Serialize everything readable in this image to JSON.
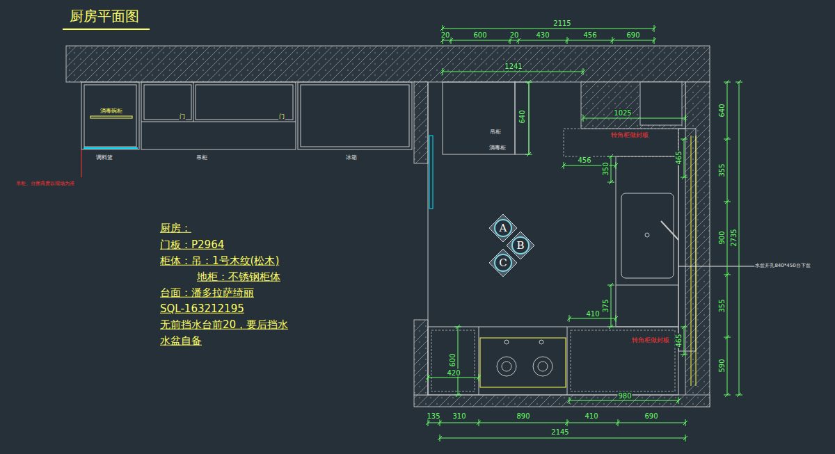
{
  "diagram": {
    "title": "厨房平面图",
    "nodes": [
      {
        "text": [
          "A"
        ]
      },
      {
        "text": [
          "B"
        ]
      },
      {
        "text": [
          "C"
        ]
      }
    ],
    "labels": [
      "消毒碗柜",
      "门",
      "门",
      "调料篮",
      "吊柜",
      "冰箱",
      "吊柜、台面高度以现场为准",
      "吊柜",
      "消毒柜",
      "转角柜做封板",
      "转角柜做封板",
      "水盆开孔840*450台下盆",
      "厨房：",
      "门板：P2964",
      "柜体：吊：1号木纹(松木)",
      "地柜：不锈钢柜体",
      "台面：潘多拉萨绮丽",
      "SQL-163212195",
      "无前挡水台前20，要后挡水",
      "水盆自备",
      "2115",
      "20",
      "600",
      "20",
      "430",
      "456",
      "690",
      "1241",
      "1025",
      "640",
      "640",
      "465",
      "355",
      "900",
      "2735",
      "355",
      "590",
      "465",
      "456",
      "350",
      "410",
      "375",
      "600",
      "420",
      "980",
      "135",
      "310",
      "890",
      "410",
      "690",
      "2145"
    ]
  }
}
